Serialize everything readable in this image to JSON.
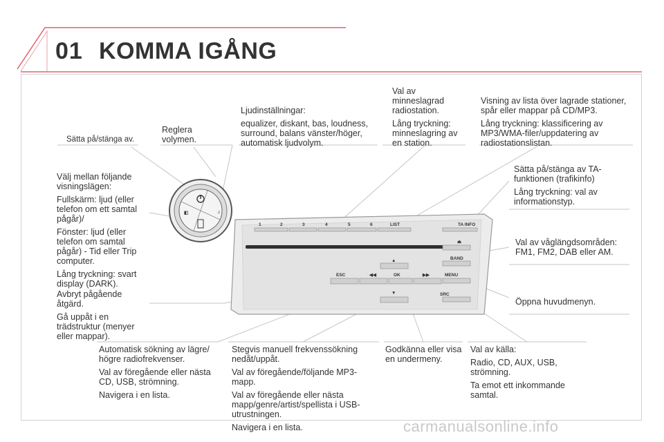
{
  "header": {
    "chapter_number": "01",
    "title": "KOMMA IGÅNG"
  },
  "watermark": "carmanualsonline.info",
  "callouts": {
    "power": [
      "Sätta på/stänga av."
    ],
    "volume": [
      "Reglera",
      "volymen."
    ],
    "audio": [
      "Ljudinställningar:",
      "equalizer, diskant, bas, loudness, surround, balans vänster/höger, automatisk ljudvolym."
    ],
    "presets": [
      "Val av minneslagrad radiostation.",
      "Lång tryckning: minneslagring av en station."
    ],
    "list": [
      "Visning av lista över lagrade stationer, spår eller mappar på CD/MP3.",
      "Lång tryckning: klassificering av MP3/WMA-filer/uppdatering av radiostationslistan."
    ],
    "display_mode": [
      "Välj mellan följande visningslägen:",
      "Fullskärm: ljud (eller telefon om ett samtal pågår)/",
      "Fönster: ljud (eller telefon om samtal pågår) - Tid eller Trip computer.",
      "Lång tryckning: svart display (DARK)."
    ],
    "ta_info": [
      "Sätta på/stänga av TA-funktionen (trafikinfo)",
      "Lång tryckning: val av informationstyp."
    ],
    "band": [
      "Val av våglängdsområden: FM1, FM2, DAB eller AM."
    ],
    "esc": [
      "Avbryt pågående åtgärd.",
      "Gå uppåt i en trädstruktur (menyer eller mappar)."
    ],
    "menu": [
      "Öppna huvudmenyn."
    ],
    "seek": [
      "Automatisk sökning av lägre/ högre radiofrekvenser.",
      "Val av föregående eller nästa CD, USB, strömning.",
      "Navigera i en lista."
    ],
    "arrows": [
      "Stegvis manuell frekvenssökning nedåt/uppåt.",
      "Val av föregående/följande MP3-mapp.",
      "Val av föregående eller nästa mapp/genre/artist/spellista i USB-utrustningen.",
      "Navigera i en lista."
    ],
    "ok": [
      "Godkänna eller visa en undermeny."
    ],
    "src": [
      "Val av källa:",
      "Radio, CD, AUX, USB, strömning.",
      "Ta emot ett inkommande samtal."
    ]
  },
  "panel_labels": {
    "presets": [
      "1",
      "2",
      "3",
      "4",
      "5",
      "6"
    ],
    "list": "LIST",
    "ta_info": "TA INFO",
    "eject": "⏏",
    "band": "BAND",
    "esc": "ESC",
    "ok": "OK",
    "menu": "MENU",
    "src": "SRC",
    "rewind": "◀◀",
    "forward": "▶▶",
    "up": "▲",
    "down": "▼"
  },
  "colors": {
    "accent": "#d7334a",
    "text": "#333333",
    "lines": "#bfbfbf"
  }
}
